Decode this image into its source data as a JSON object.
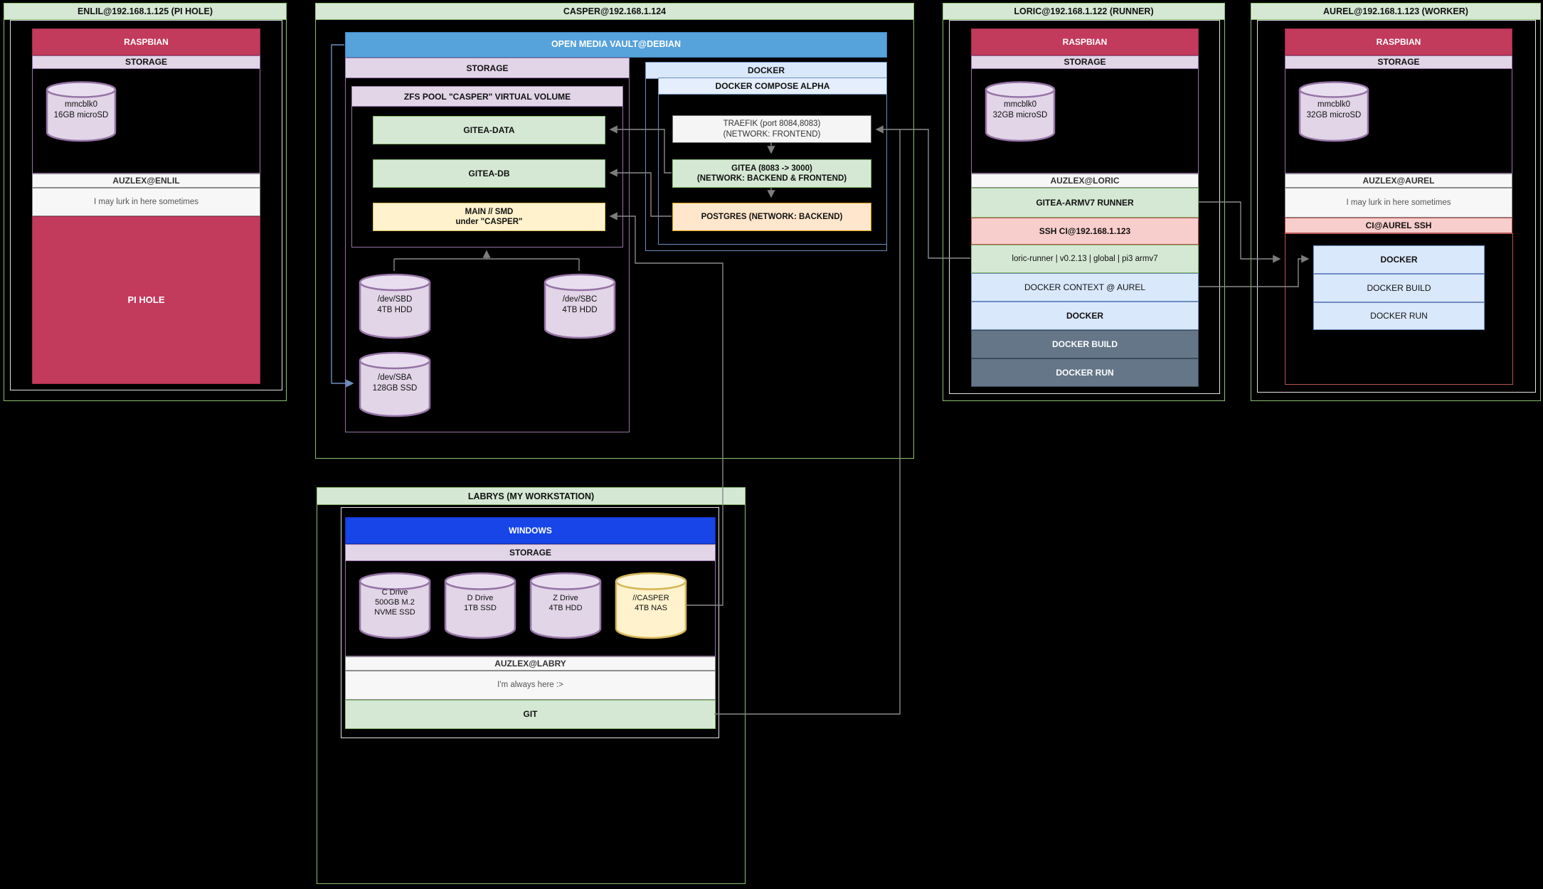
{
  "machines": {
    "enlil": {
      "title": "ENLIL@192.168.1.125 (PI HOLE)",
      "os": "RASPBIAN",
      "storage_label": "STORAGE",
      "disk": {
        "line1": "mmcblk0",
        "line2": "16GB microSD"
      },
      "user_label": "AUZLEX@ENLIL",
      "user_note": "I may lurk in here sometimes",
      "service": "PI HOLE"
    },
    "casper": {
      "title": "CASPER@192.168.1.124",
      "os_header": "OPEN MEDIA VAULT@DEBIAN",
      "storage_label": "STORAGE",
      "zfs_label": "ZFS POOL \"CASPER\" VIRTUAL VOLUME",
      "volumes": {
        "gitea_data": "GITEA-DATA",
        "gitea_db": "GITEA-DB",
        "main_line1": "MAIN // SMD",
        "main_line2": "under \"CASPER\""
      },
      "disks": {
        "sbd": {
          "line1": "/dev/SBD",
          "line2": "4TB HDD"
        },
        "sbc": {
          "line1": "/dev/SBC",
          "line2": "4TB HDD"
        },
        "sba": {
          "line1": "/dev/SBA",
          "line2": "128GB SSD"
        }
      },
      "docker": {
        "header": "DOCKER",
        "compose_header": "DOCKER COMPOSE ALPHA",
        "traefik_line1": "TRAEFIK (port 8084,8083)",
        "traefik_line2": "(NETWORK: FRONTEND)",
        "gitea_line1": "GITEA (8083 -> 3000)",
        "gitea_line2": "(NETWORK: BACKEND & FRONTEND)",
        "postgres": "POSTGRES (NETWORK: BACKEND)"
      }
    },
    "loric": {
      "title": "LORIC@192.168.1.122 (RUNNER)",
      "os": "RASPBIAN",
      "storage_label": "STORAGE",
      "disk": {
        "line1": "mmcblk0",
        "line2": "32GB microSD"
      },
      "user_label": "AUZLEX@LORIC",
      "rows": {
        "gitea_runner": "GITEA-ARMV7 RUNNER",
        "ssh_ci": "SSH CI@192.168.1.123",
        "runner_info": "loric-runner | v0.2.13 | global | pi3 armv7",
        "docker_context": "DOCKER CONTEXT @ AUREL",
        "docker": "DOCKER",
        "docker_build": "DOCKER BUILD",
        "docker_run": "DOCKER RUN"
      }
    },
    "aurel": {
      "title": "AUREL@192.168.1.123 (WORKER)",
      "os": "RASPBIAN",
      "storage_label": "STORAGE",
      "disk": {
        "line1": "mmcblk0",
        "line2": "32GB microSD"
      },
      "user_label": "AUZLEX@AUREL",
      "user_note": "I may lurk in here sometimes",
      "ci_label": "CI@AUREL SSH",
      "docker_rows": {
        "docker": "DOCKER",
        "docker_build": "DOCKER BUILD",
        "docker_run": "DOCKER RUN"
      }
    },
    "labrys": {
      "title": "LABRYS (MY WORKSTATION)",
      "os": "WINDOWS",
      "storage_label": "STORAGE",
      "drives": {
        "c": {
          "line1": "C Drive",
          "line2": "500GB M.2",
          "line3": "NVME SSD"
        },
        "d": {
          "line1": "D Drive",
          "line2": "1TB SSD"
        },
        "z": {
          "line1": "Z Drive",
          "line2": "4TB HDD"
        },
        "casper_share": {
          "line1": "//CASPER",
          "line2": "4TB NAS"
        }
      },
      "user_label": "AUZLEX@LABRY",
      "user_note": "I'm always here :>",
      "git_label": "GIT"
    }
  },
  "connections": [
    {
      "from": "GITEA (8083 -> 3000)",
      "to": "GITEA-DATA"
    },
    {
      "from": "POSTGRES (NETWORK: BACKEND)",
      "to": "GITEA-DB"
    },
    {
      "from": "TRAEFIK",
      "to": "GITEA (8083 -> 3000)"
    },
    {
      "from": "GITEA (8083 -> 3000)",
      "to": "POSTGRES (NETWORK: BACKEND)"
    },
    {
      "from": "//CASPER 4TB NAS",
      "to": "MAIN // SMD under \"CASPER\""
    },
    {
      "from": "/dev/SBD + /dev/SBC",
      "to": "ZFS POOL \"CASPER\" VIRTUAL VOLUME"
    },
    {
      "from": "OPEN MEDIA VAULT@DEBIAN",
      "to": "/dev/SBA 128GB SSD"
    },
    {
      "from": "loric-runner",
      "to": "TRAEFIK"
    },
    {
      "from": "GIT (LABRYS)",
      "to": "TRAEFIK"
    },
    {
      "from": "GITEA-ARMV7 RUNNER",
      "to": "AUREL DOCKER"
    },
    {
      "from": "DOCKER CONTEXT @ AUREL",
      "to": "AUREL DOCKER"
    }
  ],
  "colors": {
    "machine_border": "#8fbf72",
    "machine_header_fill": "#d5e8d4",
    "raspbian": "#c23a5c",
    "storage_purple": "#e1d5e7",
    "purple_border": "#9673a6",
    "omv_blue": "#56a2db",
    "windows_blue": "#1745e8",
    "docker_blue_fill": "#dae8fc",
    "docker_blue_border": "#6c8ebf",
    "green_fill": "#d5e8d4",
    "green_border": "#82b366",
    "yellow_fill": "#fff2cc",
    "yellow_border": "#d6b656",
    "orange_fill": "#ffe6cc",
    "orange_border": "#d79b00",
    "pink_fill": "#f8cecc",
    "pink_border": "#b85450",
    "slate_fill": "#647687",
    "wire_grey": "#8a8a8a",
    "wire_blue": "#6c8ebf"
  }
}
